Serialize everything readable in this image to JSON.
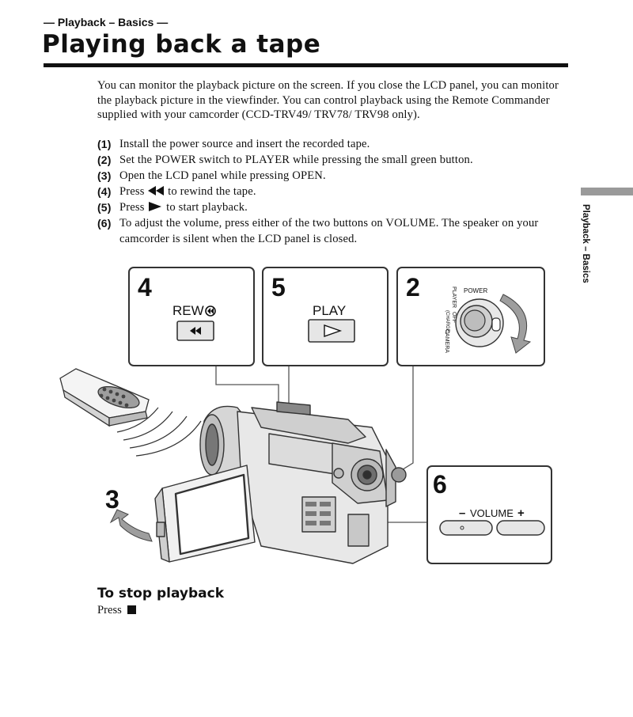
{
  "header": {
    "section_label": "— Playback – Basics —",
    "title": "Playing back a tape"
  },
  "side_tab": {
    "label": "Playback – Basics"
  },
  "intro": "You can monitor the playback picture on the screen. If you close the LCD panel, you can monitor the playback picture in the viewfinder. You can control playback using the Remote Commander supplied with your camcorder (CCD-TRV49/ TRV78/ TRV98 only).",
  "steps": [
    {
      "num": "(1)",
      "text": "Install the power source and insert the recorded tape."
    },
    {
      "num": "(2)",
      "text": "Set the POWER switch to PLAYER while pressing the small green button."
    },
    {
      "num": "(3)",
      "text": "Open the LCD panel while pressing OPEN."
    },
    {
      "num": "(4)",
      "pre": "Press ",
      "icon": "rewind-icon",
      "post": " to rewind the tape."
    },
    {
      "num": "(5)",
      "pre": "Press ",
      "icon": "play-icon",
      "post": " to start playback."
    },
    {
      "num": "(6)",
      "text": "To adjust the volume, press either of the two buttons on VOLUME. The speaker on your camcorder is silent when the LCD panel is closed."
    }
  ],
  "illustration": {
    "callout_rew": {
      "number": "4",
      "label": "REW"
    },
    "callout_play": {
      "number": "5",
      "label": "PLAY"
    },
    "callout_power": {
      "number": "2",
      "label": "POWER",
      "player": "PLAYER",
      "off": "OFF",
      "charge": "(CHARGE)",
      "camera": "CAMERA"
    },
    "callout_volume": {
      "number": "6",
      "minus": "–",
      "label": "VOLUME",
      "plus": "+"
    },
    "step3_number": "3"
  },
  "stop": {
    "heading": "To stop playback",
    "text": "Press",
    "icon": "stop-icon"
  }
}
